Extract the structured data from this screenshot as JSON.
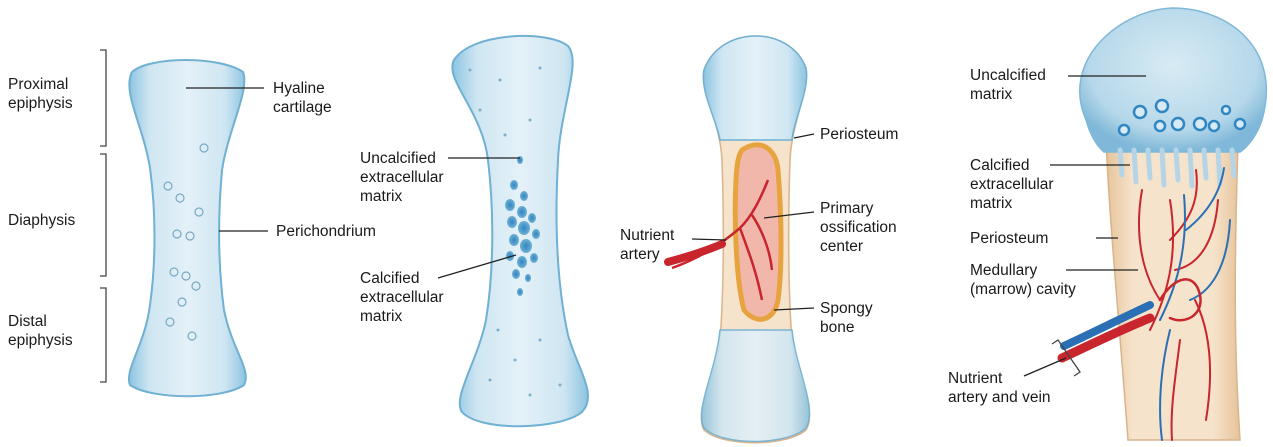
{
  "panel1": {
    "labels": {
      "proximal_epiphysis": [
        "Proximal",
        "epiphysis"
      ],
      "diaphysis": [
        "Diaphysis"
      ],
      "distal_epiphysis": [
        "Distal",
        "epiphysis"
      ],
      "hyaline_cartilage": [
        "Hyaline",
        "cartilage"
      ],
      "perichondrium": [
        "Perichondrium"
      ]
    }
  },
  "panel2": {
    "labels": {
      "uncalcified_extracellular_matrix": [
        "Uncalcified",
        "extracellular",
        "matrix"
      ],
      "calcified_extracellular_matrix": [
        "Calcified",
        "extracellular",
        "matrix"
      ]
    }
  },
  "panel3": {
    "labels": {
      "periosteum": [
        "Periosteum"
      ],
      "primary_ossification_center": [
        "Primary",
        "ossification",
        "center"
      ],
      "nutrient_artery": [
        "Nutrient",
        "artery"
      ],
      "spongy_bone": [
        "Spongy",
        "bone"
      ]
    }
  },
  "panel4": {
    "labels": {
      "uncalcified_matrix": [
        "Uncalcified",
        "matrix"
      ],
      "calcified_extracellular_matrix": [
        "Calcified",
        "extracellular",
        "matrix"
      ],
      "periosteum": [
        "Periosteum"
      ],
      "medullary_cavity": [
        "Medullary",
        "(marrow) cavity"
      ],
      "nutrient_artery_and_vein": [
        "Nutrient",
        "artery and vein"
      ]
    }
  },
  "colors": {
    "cartilage_light": "#dcedf6",
    "cartilage_mid": "#b9dcec",
    "cartilage_edge": "#6fb0d3",
    "calcified_spots": "#2f86c2",
    "bone_tan": "#f3dcc0",
    "ossification_pink": "#f2b7ab",
    "spongy_orange": "#e7a33e",
    "artery_red": "#c8252c",
    "vein_blue": "#2b6fb5"
  }
}
